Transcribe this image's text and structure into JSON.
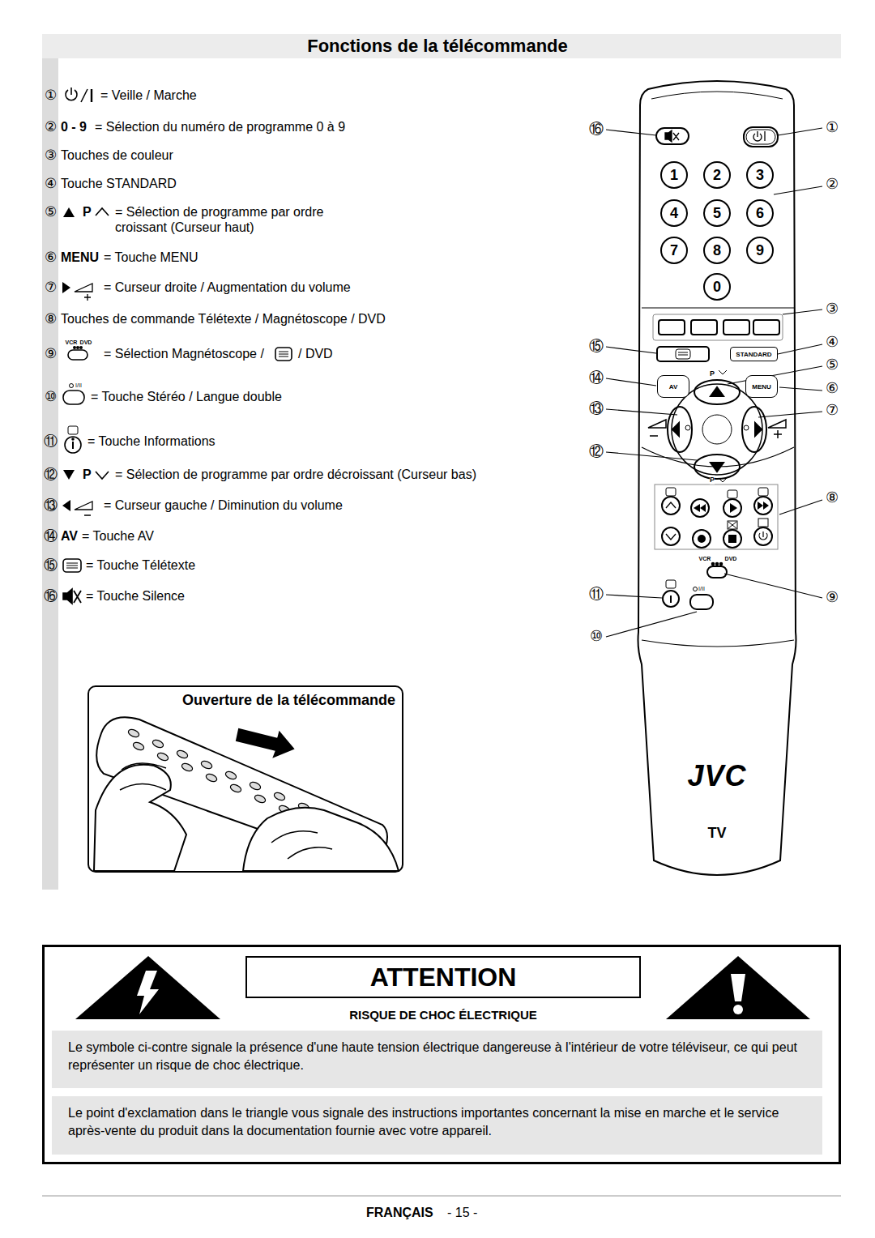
{
  "diagram": {
    "title": "Fonctions de la télécommande",
    "nodes": [
      {
        "text": [
          "JVC",
          "TV"
        ]
      },
      {
        "text": [
          "1"
        ],
        "in": 0
      },
      {
        "text": [
          "2"
        ],
        "in": 0
      },
      {
        "text": [
          "3"
        ],
        "in": 0
      },
      {
        "text": [
          "4"
        ],
        "in": 0
      },
      {
        "text": [
          "5"
        ],
        "in": 0
      },
      {
        "text": [
          "6"
        ],
        "in": 0
      },
      {
        "text": [
          "7"
        ],
        "in": 0
      },
      {
        "text": [
          "8"
        ],
        "in": 0
      },
      {
        "text": [
          "9"
        ],
        "in": 0
      },
      {
        "text": [
          "0"
        ],
        "in": 0
      },
      {
        "text": [
          "STANDARD"
        ],
        "in": 0
      },
      {
        "text": [
          "AV"
        ],
        "in": 0
      },
      {
        "text": [
          "MENU"
        ],
        "in": 0
      },
      {
        "text": [
          "Ouverture de la télécommande"
        ]
      },
      {
        "text": [
          "ATTENTION",
          "RISQUE DE CHOC ÉLECTRIQUE"
        ]
      },
      {
        "text": [
          "Le symbole ci-contre signale la présence d'une haute tension électrique dangereuse à l'intérieur de votre téléviseur, ce qui peut représenter un risque de choc électrique."
        ]
      },
      {
        "text": [
          "Le point d'exclamation dans le triangle vous signale des instructions importantes concernant la mise en marche et le service après-vente du produit dans la documentation fournie avec votre appareil."
        ]
      }
    ],
    "labels": [
      "①",
      "= Veille / Marche",
      "②",
      "0 - 9",
      "= Sélection du numéro de programme 0 à 9",
      "③",
      "Touches de couleur",
      "④",
      "Touche STANDARD",
      "⑤",
      "P",
      "= Sélection de programme par ordre croissant (Curseur haut)",
      "⑥",
      "MENU",
      "= Touche MENU",
      "⑦",
      "= Curseur droite / Augmentation du volume",
      "⑧",
      "Touches de commande Télétexte / Magnétoscope / DVD",
      "⑨",
      "VCR",
      "DVD",
      "= Sélection Magnétoscope /",
      "/ DVD",
      "⑩",
      "I/II",
      "= Touche Stéréo / Langue double",
      "⑪",
      "= Touche Informations",
      "⑫",
      "P",
      "= Sélection de programme par ordre décroissant (Curseur bas)",
      "⑬",
      "= Curseur gauche / Diminution du volume",
      "⑭",
      "AV",
      "= Touche AV",
      "⑮",
      "= Touche Télétexte",
      "⑯",
      "= Touche Silence",
      "⑯",
      "①",
      "②",
      "③",
      "④",
      "⑮",
      "⑤",
      "⑭",
      "⑥",
      "⑬",
      "⑦",
      "⑫",
      "⑧",
      "⑪",
      "⑨",
      "⑩",
      "P",
      "P",
      "VCR",
      "DVD",
      "I/II",
      "FRANÇAIS",
      "- 15 -"
    ]
  }
}
